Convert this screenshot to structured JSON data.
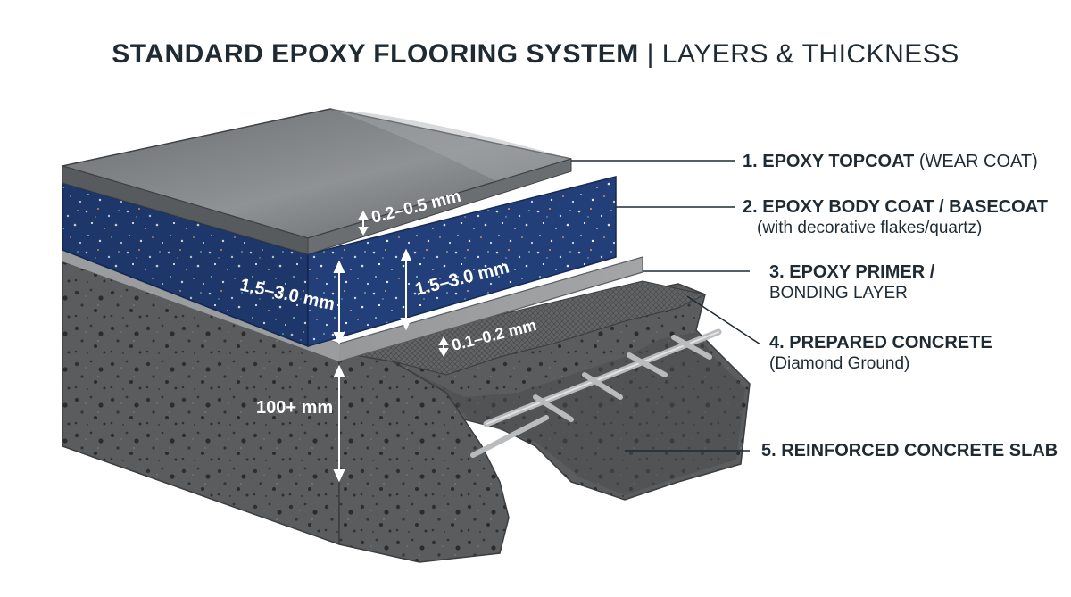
{
  "title": {
    "bold": "STANDARD EPOXY FLOORING SYSTEM",
    "separator": "|",
    "light": "LAYERS & THICKNESS"
  },
  "layers": [
    {
      "label": "1. EPOXY TOPCOAT",
      "suffix": "(WEAR COAT)",
      "sub": ""
    },
    {
      "label": "2. EPOXY BODY COAT / BASECOAT",
      "suffix": "",
      "sub": "(with decorative flakes/quartz)"
    },
    {
      "label": "3. EPOXY PRIMER /",
      "suffix": "",
      "sub": "BONDING LAYER"
    },
    {
      "label": "4. PREPARED CONCRETE",
      "suffix": "",
      "sub": "(Diamond Ground)"
    },
    {
      "label": "5. REINFORCED CONCRETE SLAB",
      "suffix": "",
      "sub": ""
    }
  ],
  "dimensions": {
    "topcoat": "0.2–0.5 mm",
    "bodycoat_side": "1.5–3.0 mm",
    "bodycoat_front": "1.5–3.0 mm",
    "primer": "0.1–0.2 mm",
    "slab": "100+ mm"
  },
  "colors": {
    "topcoat": "#6f7275",
    "bodycoat": "#223f7a",
    "primer": "#8a8c8e",
    "concrete": "#585a5c",
    "text": "#1f2a33"
  }
}
